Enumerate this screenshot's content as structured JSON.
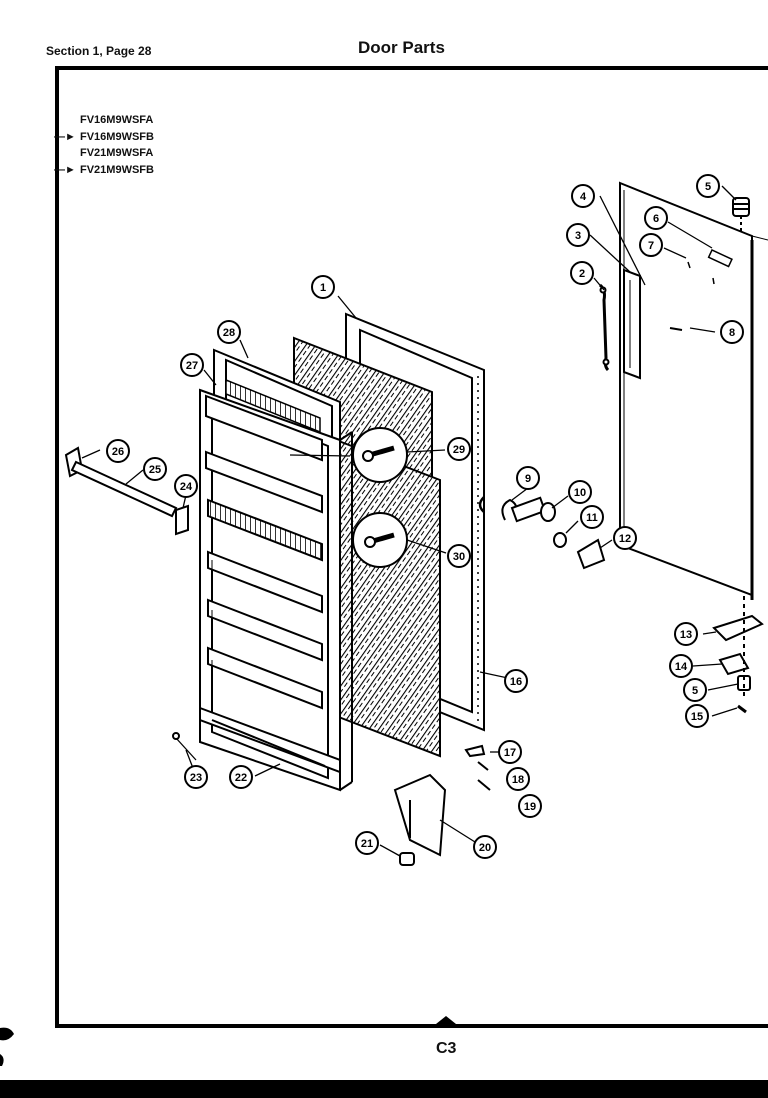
{
  "header": {
    "section": "Section 1, Page 28",
    "title": "Door Parts"
  },
  "models": [
    "FV16M9WSFA",
    "FV16M9WSFB",
    "FV21M9WSFA",
    "FV21M9WSFB"
  ],
  "callouts": [
    "1",
    "2",
    "3",
    "4",
    "5",
    "6",
    "7",
    "8",
    "9",
    "10",
    "11",
    "12",
    "13",
    "14",
    "5",
    "15",
    "16",
    "17",
    "18",
    "19",
    "20",
    "21",
    "22",
    "23",
    "24",
    "25",
    "26",
    "27",
    "28",
    "29",
    "30"
  ],
  "footer": {
    "page_code": "C3"
  }
}
